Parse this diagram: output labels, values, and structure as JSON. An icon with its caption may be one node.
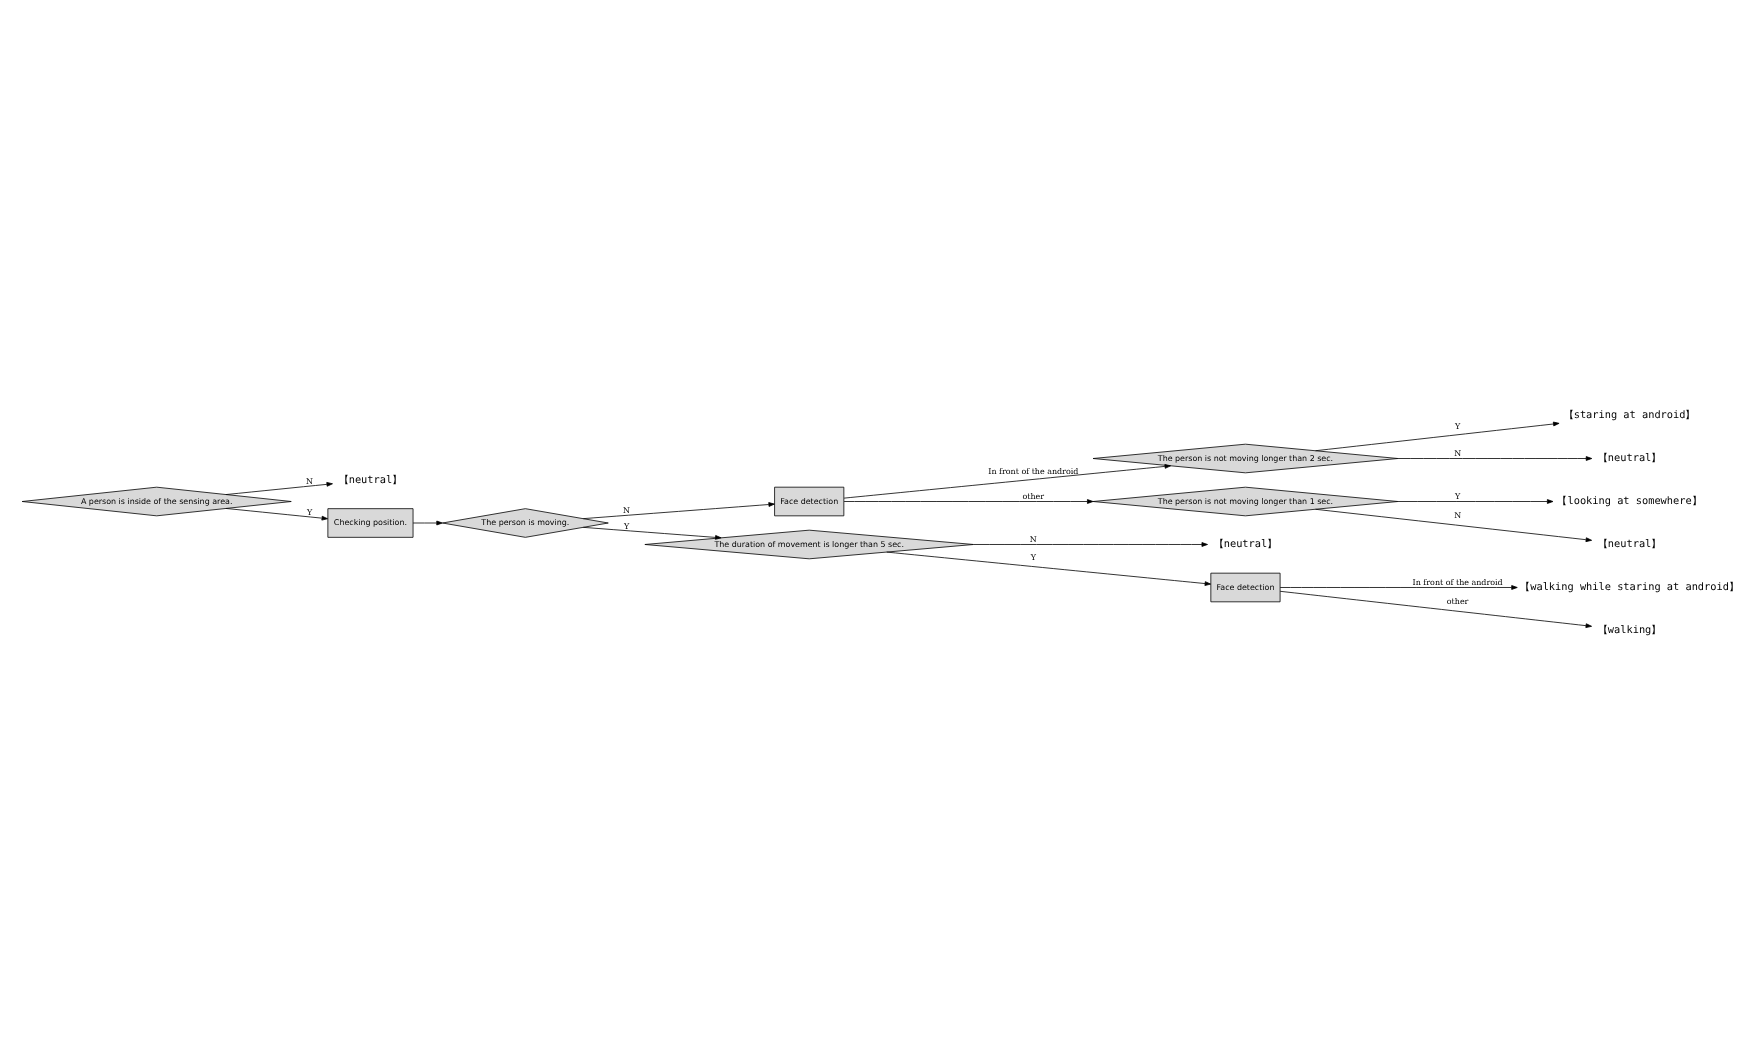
{
  "diagram": {
    "nodes": [
      {
        "text": [
          "A person is inside of the sensing area."
        ]
      },
      {
        "text": [
          "【neutral】"
        ]
      },
      {
        "text": [
          "Checking position."
        ]
      },
      {
        "text": [
          "The person is moving."
        ]
      },
      {
        "text": [
          "Face detection"
        ]
      },
      {
        "text": [
          "The person is not moving longer than 2 sec."
        ]
      },
      {
        "text": [
          "【staring at android】"
        ]
      },
      {
        "text": [
          "【neutral】"
        ]
      },
      {
        "text": [
          "The person is not moving longer than 1 sec."
        ]
      },
      {
        "text": [
          "【looking at somewhere】"
        ]
      },
      {
        "text": [
          "【neutral】"
        ]
      },
      {
        "text": [
          "The duration of movement is longer than 5 sec."
        ]
      },
      {
        "text": [
          "【neutral】"
        ]
      },
      {
        "text": [
          "Face detection"
        ]
      },
      {
        "text": [
          "【walking while staring at android】"
        ]
      },
      {
        "text": [
          "【walking】"
        ]
      }
    ],
    "edges": [
      {
        "from": 0,
        "to": 1,
        "arrow": "to",
        "label": "N"
      },
      {
        "from": 0,
        "to": 2,
        "arrow": "to",
        "label": "Y"
      },
      {
        "from": 2,
        "to": 3,
        "arrow": "to"
      },
      {
        "from": 3,
        "to": 4,
        "arrow": "to",
        "label": "N"
      },
      {
        "from": 4,
        "to": 5,
        "arrow": "to",
        "label": "In front of the android"
      },
      {
        "from": 4,
        "to": 8,
        "arrow": "to",
        "label": "other"
      },
      {
        "from": 5,
        "to": 6,
        "arrow": "to",
        "label": "Y"
      },
      {
        "from": 5,
        "to": 7,
        "arrow": "to",
        "label": "N"
      },
      {
        "from": 8,
        "to": 9,
        "arrow": "to",
        "label": "Y"
      },
      {
        "from": 8,
        "to": 10,
        "arrow": "to",
        "label": "N"
      },
      {
        "from": 3,
        "to": 11,
        "arrow": "to",
        "label": "Y"
      },
      {
        "from": 11,
        "to": 12,
        "arrow": "to",
        "label": "N"
      },
      {
        "from": 11,
        "to": 13,
        "arrow": "to",
        "label": "Y"
      },
      {
        "from": 13,
        "to": 14,
        "arrow": "to",
        "label": "In front of the android"
      },
      {
        "from": 13,
        "to": 15,
        "arrow": "to",
        "label": "other"
      }
    ]
  }
}
